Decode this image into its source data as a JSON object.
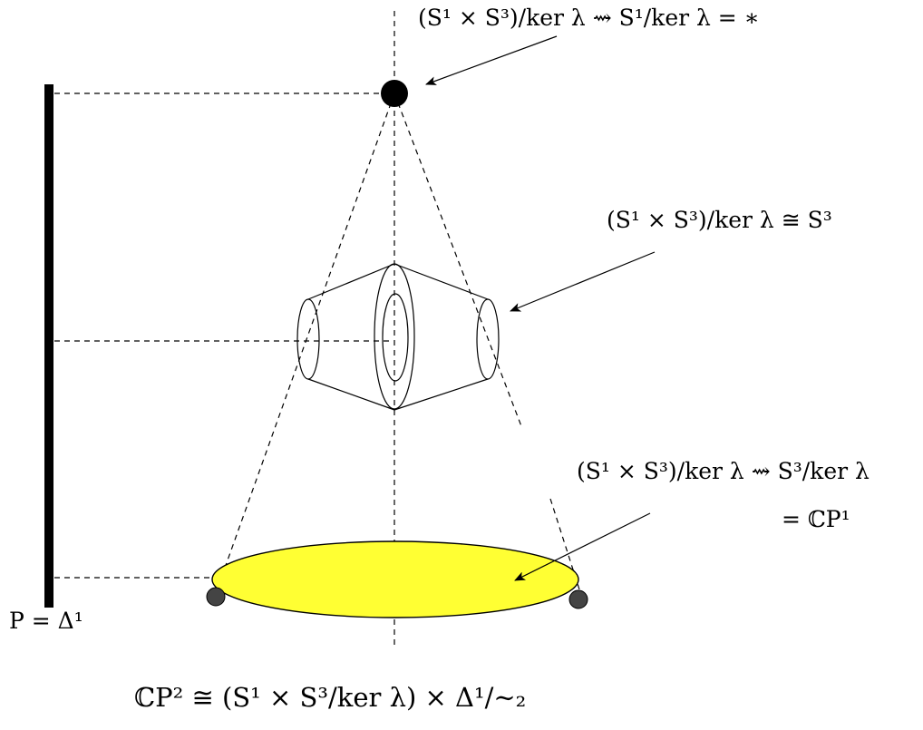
{
  "labels": {
    "top": "(S¹ × S³)/ker λ ⇝ S¹/ker λ = ∗",
    "middle": "(S¹ × S³)/ker λ ≅ S³",
    "bottom_line1": "(S¹ × S³)/ker λ ⇝ S³/ker λ",
    "bottom_line2": "= ℂP¹",
    "polytope": "P = Δ¹",
    "caption": "ℂP² ≅ (S¹ × S³/ker λ) × Δ¹/∼₂"
  },
  "colors": {
    "stroke": "#000000",
    "disk_fill": "#ffff33",
    "dot_fill": "#444444",
    "apex_fill": "#000000"
  }
}
